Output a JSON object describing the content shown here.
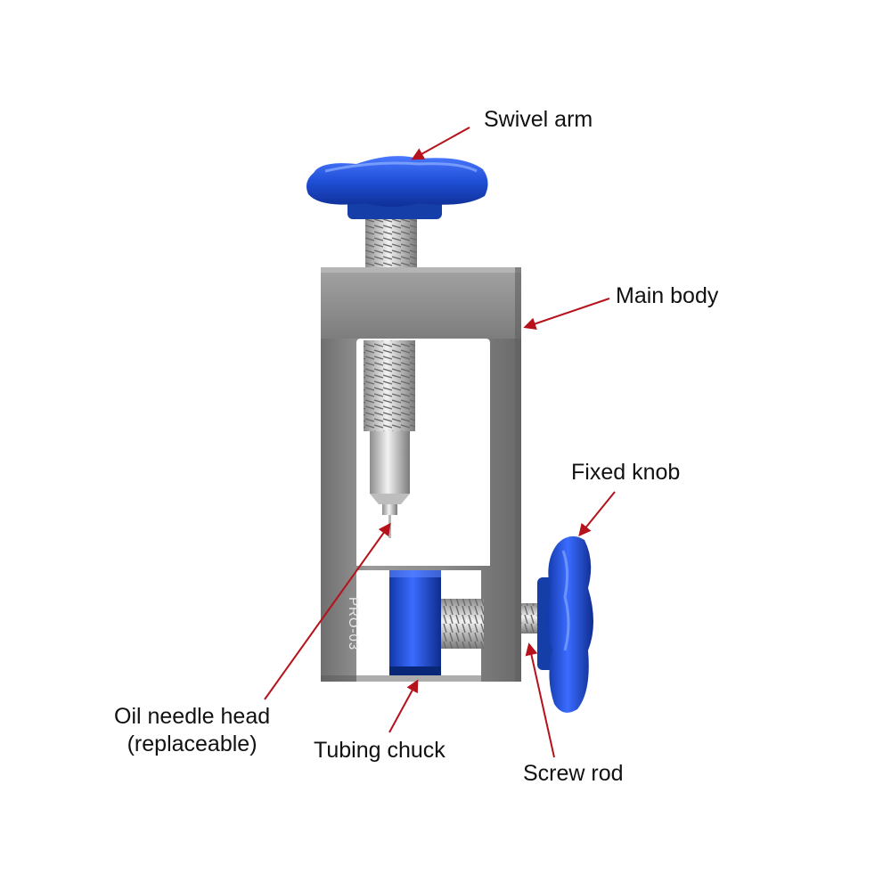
{
  "labels": {
    "swivel_arm": "Swivel arm",
    "main_body": "Main body",
    "fixed_knob": "Fixed knob",
    "oil_needle_line1": "Oil needle head",
    "oil_needle_line2": "(replaceable)",
    "tubing_chuck": "Tubing chuck",
    "screw_rod": "Screw rod"
  },
  "engraving": "PRO-03",
  "colors": {
    "anodized_blue": "#1f4fd6",
    "body_gray": "#8a8a8a",
    "arrow_red": "#b5121b",
    "label_text": "#111111"
  }
}
